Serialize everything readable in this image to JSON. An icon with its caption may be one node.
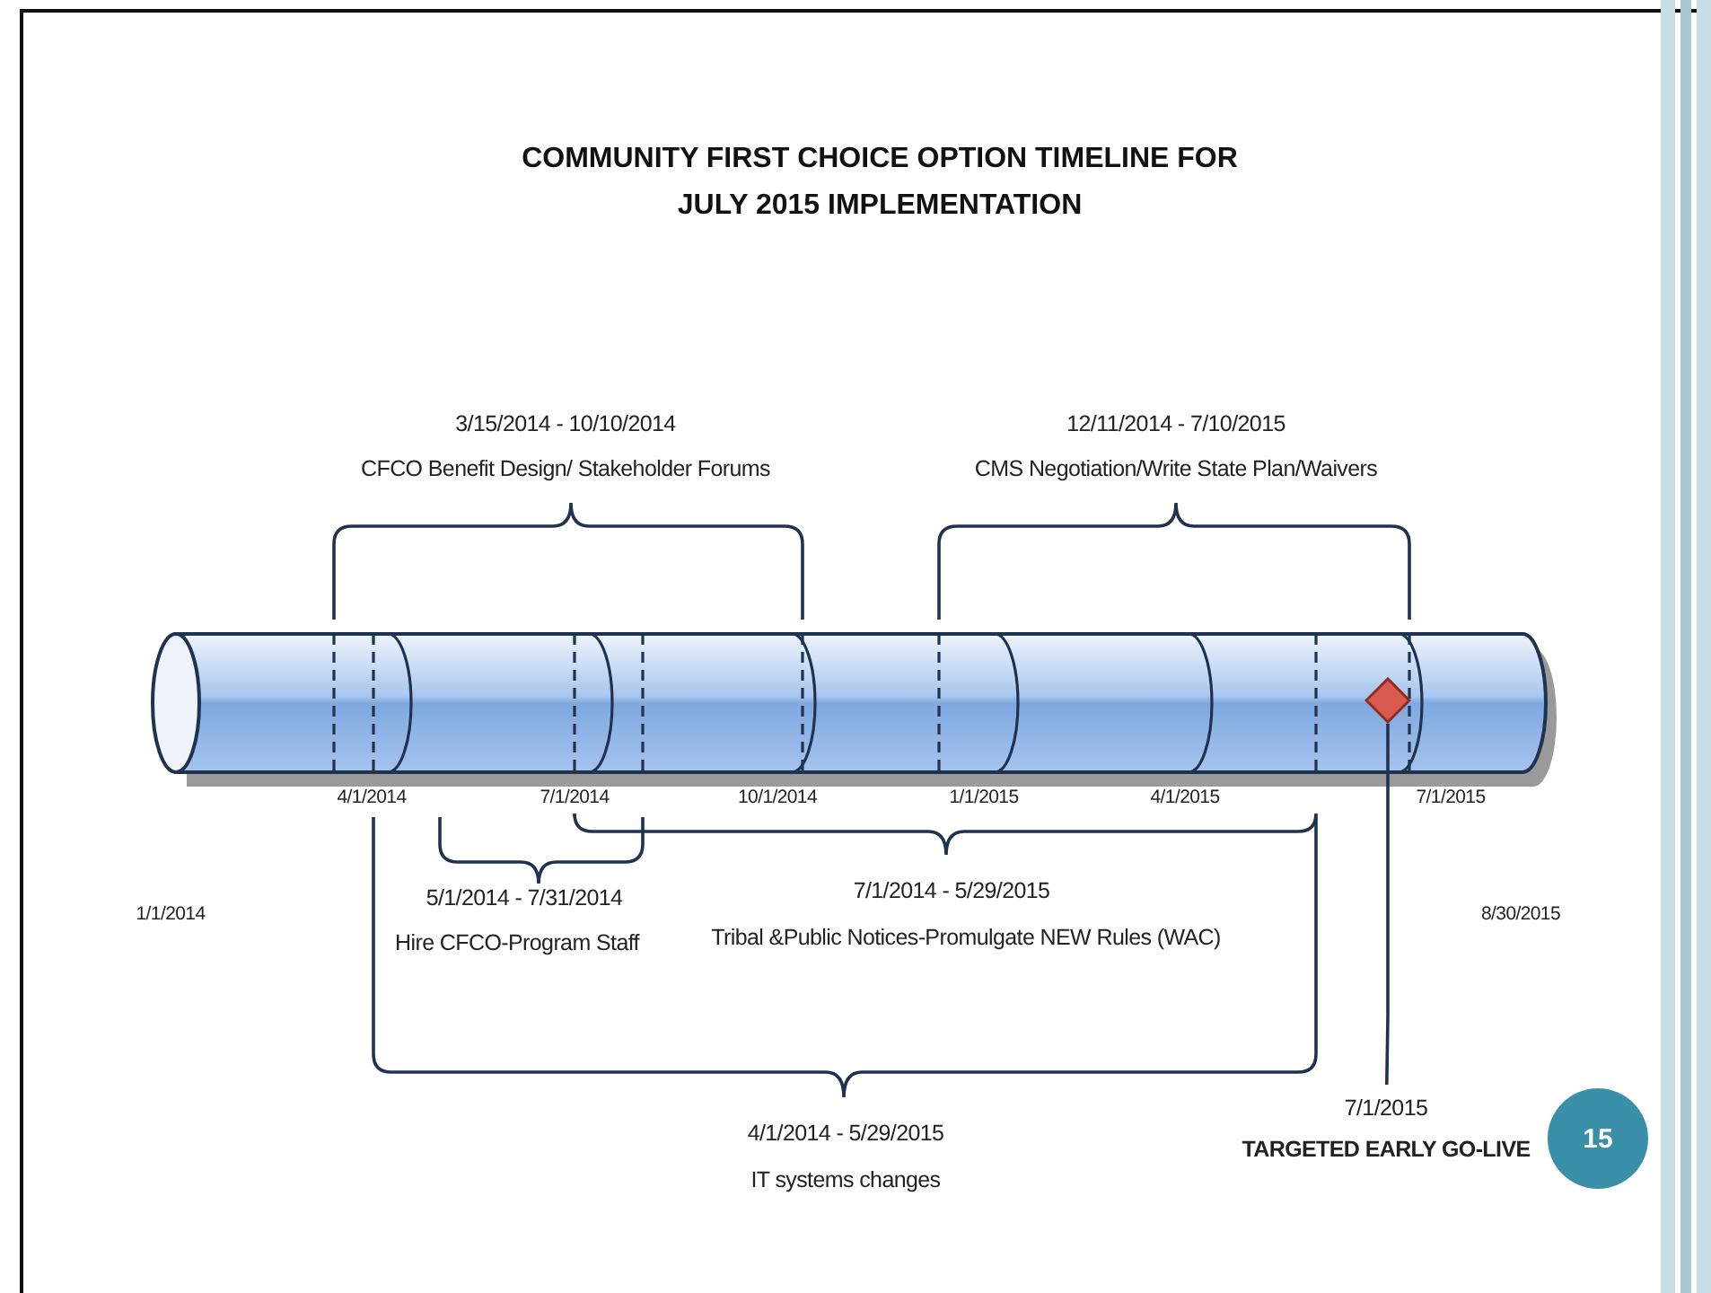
{
  "diagram": {
    "title": "COMMUNITY FIRST CHOICE OPTION TIMELINE FOR JULY 2015 IMPLEMENTATION",
    "nodes": [
      {
        "text": [],
        "shape": "diamond"
      },
      {
        "text": [
          "7/1/2015",
          "TARGETED EARLY GO-LIVE"
        ]
      },
      {
        "text": [
          "15"
        ]
      }
    ],
    "edges": [
      {
        "from": 1,
        "to": 0,
        "arrow": "none"
      }
    ],
    "labels": [
      "3/15/2014 - 10/10/2014",
      "CFCO Benefit Design/ Stakeholder Forums",
      "12/11/2014 - 7/10/2015",
      "CMS Negotiation/Write State Plan/Waivers",
      "4/1/2014",
      "7/1/2014",
      "10/1/2014",
      "1/1/2015",
      "4/1/2015",
      "7/1/2015",
      "1/1/2014",
      "5/1/2014 - 7/31/2014",
      "7/1/2014 - 5/29/2015",
      "8/30/2015",
      "Hire CFCO-Program Staff",
      "Tribal &Public Notices-Promulgate NEW Rules (WAC)",
      "4/1/2014 - 5/29/2015",
      "IT systems changes"
    ]
  }
}
